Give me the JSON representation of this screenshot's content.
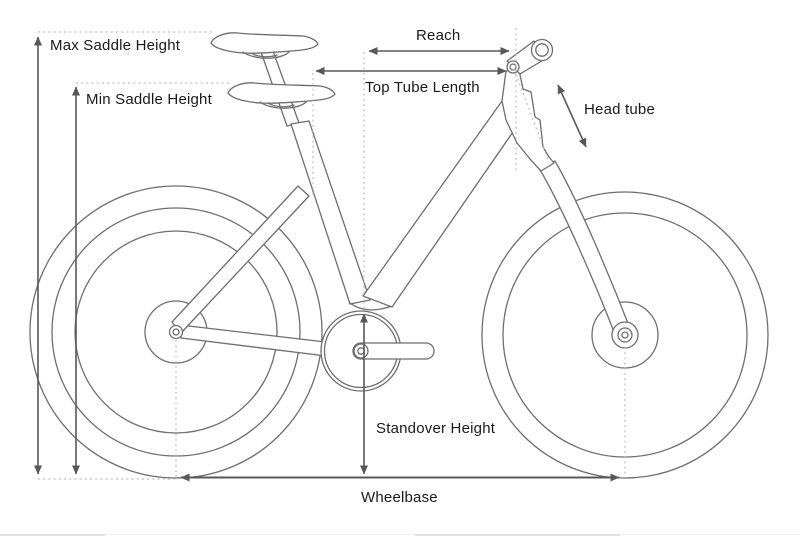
{
  "figure": {
    "subject": "Bicycle geometry side-view diagram",
    "labels": {
      "max_saddle_height": "Max Saddle Height",
      "min_saddle_height": "Min Saddle Height",
      "reach": "Reach",
      "top_tube_length": "Top Tube Length",
      "head_tube": "Head tube",
      "standover_height": "Standover Height",
      "wheelbase": "Wheelbase"
    }
  },
  "colors": {
    "background": "#ffffff",
    "bike_outline": "#6e6e6e",
    "dimension_lines": "#58585a",
    "reference_dotted": "#bdbdbd",
    "label_text": "#1a1a1a"
  }
}
